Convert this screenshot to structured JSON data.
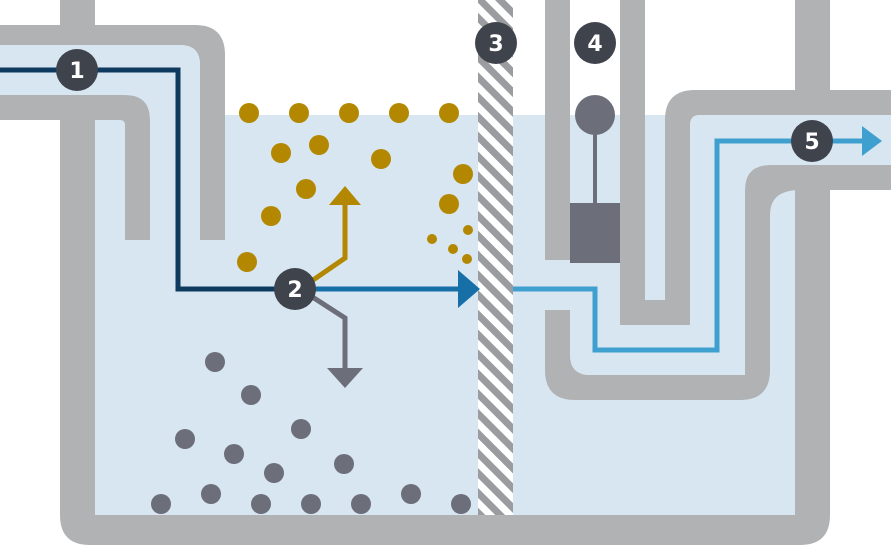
{
  "colors": {
    "water": "#d7e6f0",
    "pipe": "#b0b2b4",
    "inflow": "#0f3a5f",
    "outflow": "#3fa0d0",
    "flow_through": "#176fa8",
    "floating": "#b38800",
    "sediment": "#6c6e7a",
    "badge": "#3f434c",
    "valve": "#6c6e7a",
    "screen_stripe": "#9a9ca0"
  },
  "badges": [
    {
      "id": "1",
      "label": "1"
    },
    {
      "id": "2",
      "label": "2"
    },
    {
      "id": "3",
      "label": "3"
    },
    {
      "id": "4",
      "label": "4"
    },
    {
      "id": "5",
      "label": "5"
    }
  ]
}
